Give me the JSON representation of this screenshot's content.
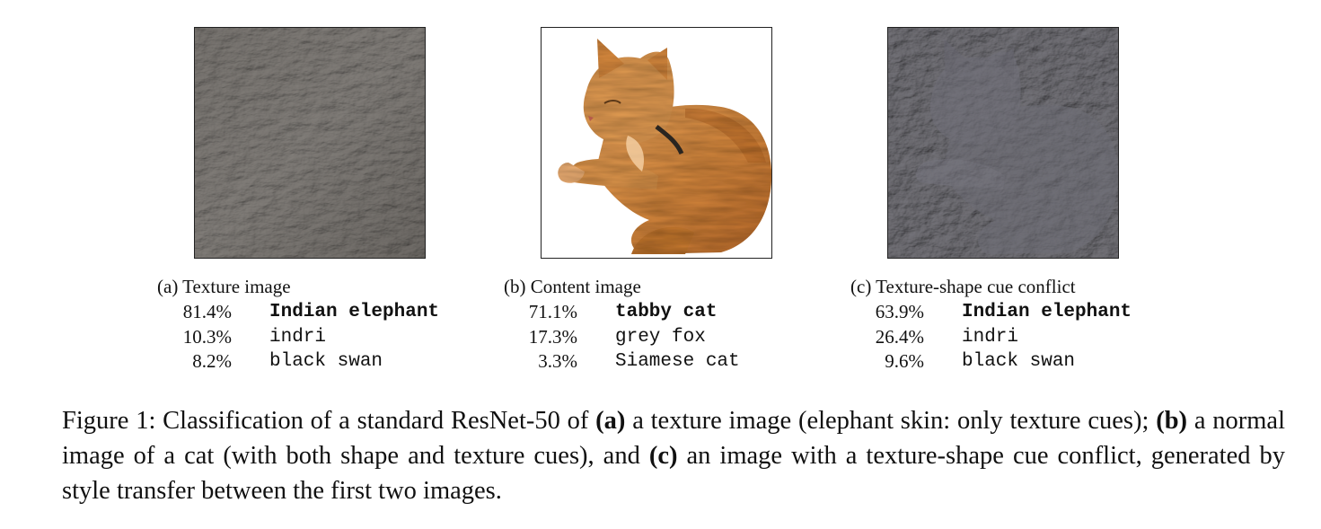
{
  "panels": [
    {
      "caption": "(a) Texture image",
      "image": "elephant-skin-texture",
      "predictions": [
        {
          "pct": "81.4%",
          "label": "Indian elephant"
        },
        {
          "pct": "10.3%",
          "label": "indri"
        },
        {
          "pct": "8.2%",
          "label": "black swan"
        }
      ]
    },
    {
      "caption": "(b) Content image",
      "image": "orange-tabby-cat",
      "predictions": [
        {
          "pct": "71.1%",
          "label": "tabby cat"
        },
        {
          "pct": "17.3%",
          "label": "grey fox"
        },
        {
          "pct": "3.3%",
          "label": "Siamese cat"
        }
      ]
    },
    {
      "caption": "(c) Texture-shape cue conflict",
      "image": "cat-with-elephant-texture",
      "predictions": [
        {
          "pct": "63.9%",
          "label": "Indian elephant"
        },
        {
          "pct": "26.4%",
          "label": "indri"
        },
        {
          "pct": "9.6%",
          "label": "black swan"
        }
      ]
    }
  ],
  "figure_caption": {
    "prefix": "Figure 1: Classification of a standard ResNet-50 of ",
    "a_marker": "(a)",
    "a_text": " a texture image (elephant skin: only texture cues); ",
    "b_marker": "(b)",
    "b_text": " a normal image of a cat (with both shape and texture cues), and ",
    "c_marker": "(c)",
    "c_text": " an image with a texture-shape cue conflict, generated by style transfer between the first two images."
  }
}
